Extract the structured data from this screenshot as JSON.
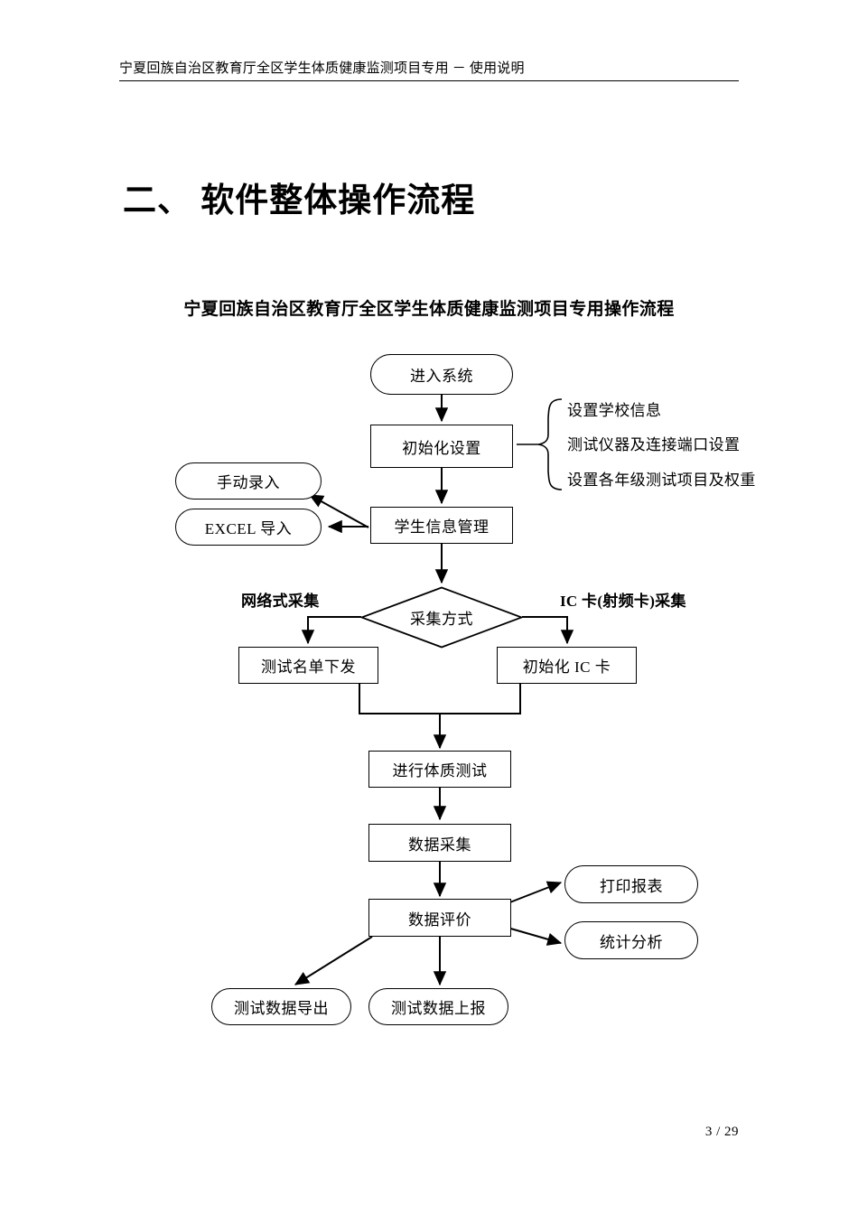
{
  "header": {
    "text": "宁夏回族自治区教育厅全区学生体质健康监测项目专用 － 使用说明"
  },
  "heading": {
    "text": "二、 软件整体操作流程"
  },
  "diagram": {
    "title": "宁夏回族自治区教育厅全区学生体质健康监测项目专用操作流程",
    "nodes": {
      "enter_system": "进入系统",
      "init_settings": "初始化设置",
      "student_info": "学生信息管理",
      "manual_entry": "手动录入",
      "excel_import": "EXCEL 导入",
      "collect_method": "采集方式",
      "test_roster": "测试名单下发",
      "init_ic_card": "初始化 IC 卡",
      "fitness_test": "进行体质测试",
      "data_collect": "数据采集",
      "data_evaluate": "数据评价",
      "print_report": "打印报表",
      "statistics": "统计分析",
      "export_data": "测试数据导出",
      "report_data": "测试数据上报"
    },
    "annotations": {
      "school_info": "设置学校信息",
      "device_port": "测试仪器及连接端口设置",
      "grade_items": "设置各年级测试项目及权重"
    },
    "branch_labels": {
      "network": "网络式采集",
      "ic_card": "IC 卡(射频卡)采集"
    }
  },
  "footer": {
    "page": "3 / 29"
  }
}
